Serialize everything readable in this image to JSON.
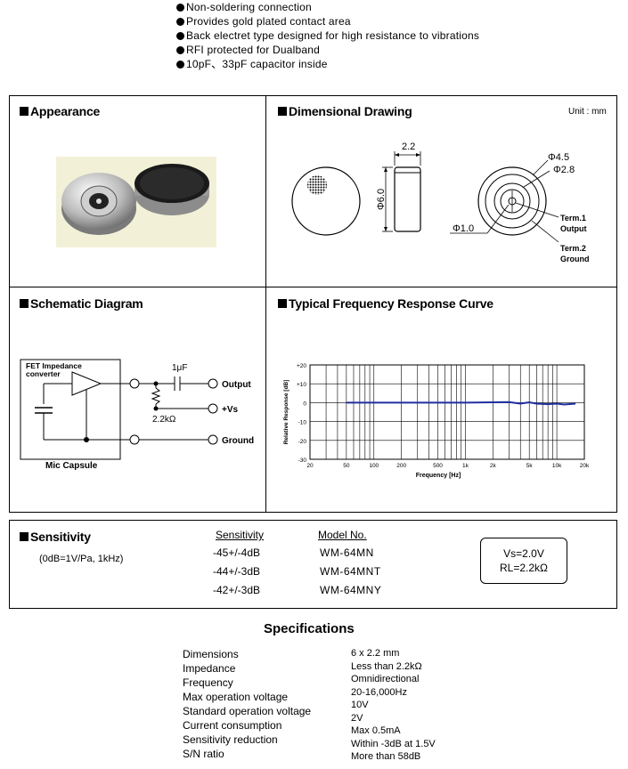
{
  "features": [
    "Non-soldering connection",
    "Provides gold plated contact area",
    "Back electret type designed for high resistance to vibrations",
    "RFI protected for Dualband",
    "10pF、33pF capacitor inside"
  ],
  "appearance": {
    "title": "Appearance"
  },
  "dimensional": {
    "title": "Dimensional Drawing",
    "unit": "Unit : mm",
    "width_label": "2.2",
    "height_label": "Φ6.0",
    "phi45": "Φ4.5",
    "phi28": "Φ2.8",
    "phi10": "Φ1.0",
    "term1_a": "Term.1",
    "term1_b": "Output",
    "term2_a": "Term.2",
    "term2_b": "Ground"
  },
  "schematic": {
    "title": "Schematic Diagram",
    "fet_label_1": "FET Impedance",
    "fet_label_2": "converter",
    "cap_label": "1μF",
    "res_label": "2.2kΩ",
    "output": "Output",
    "vs": "+Vs",
    "ground": "Ground",
    "capsule": "Mic Capsule"
  },
  "frequency": {
    "title": "Typical Frequency Response Curve",
    "ylabel": "Relative Response [dB]",
    "xlabel": "Frequency  [Hz]",
    "y_ticks": [
      "+20",
      "+10",
      "0",
      "-10",
      "-20",
      "-30"
    ],
    "x_ticks": [
      "20",
      "50",
      "100",
      "200",
      "500",
      "1k",
      "2k",
      "5k",
      "10k",
      "20k"
    ]
  },
  "chart_data": {
    "type": "line",
    "title": "Typical Frequency Response Curve",
    "xlabel": "Frequency [Hz]",
    "ylabel": "Relative Response [dB]",
    "x_scale": "log",
    "xlim": [
      20,
      20000
    ],
    "ylim": [
      -30,
      20
    ],
    "grid": true,
    "series": [
      {
        "color": "#1f2fa0",
        "x": [
          50,
          100,
          200,
          500,
          1000,
          2000,
          3000,
          4000,
          5000,
          6000,
          8000,
          10000,
          12000,
          16000
        ],
        "y": [
          0,
          0,
          0,
          0,
          0,
          0.2,
          0.3,
          -0.5,
          0.2,
          -0.5,
          -0.8,
          -0.5,
          -1.0,
          -0.5
        ]
      }
    ]
  },
  "sensitivity": {
    "title": "Sensitivity",
    "ref": "(0dB=1V/Pa, 1kHz)",
    "col1": "Sensitivity",
    "col2": "Model No.",
    "rows": [
      {
        "value": "-45+/-4dB",
        "model": "WM-64MN"
      },
      {
        "value": "-44+/-3dB",
        "model": "WM-64MNT"
      },
      {
        "value": "-42+/-3dB",
        "model": "WM-64MNY"
      }
    ],
    "cond1": "Vs=2.0V",
    "cond2": "RL=2.2kΩ"
  },
  "specs": {
    "title": "Specifications",
    "rows": [
      {
        "name": "Dimensions",
        "value": "6 x 2.2 mm"
      },
      {
        "name": "Impedance",
        "value": "Less than 2.2kΩ"
      },
      {
        "name": "Frequency",
        "value": "Omnidirectional"
      },
      {
        "name": "Max operation voltage",
        "value": "20-16,000Hz"
      },
      {
        "name": "Standard operation voltage",
        "value": "10V"
      },
      {
        "name": "Current consumption",
        "value": "2V"
      },
      {
        "name": "Sensitivity reduction",
        "value": "Max 0.5mA"
      },
      {
        "name": "S/N ratio",
        "value": "Within -3dB at 1.5V"
      },
      {
        "name": "",
        "value": "More than 58dB"
      }
    ]
  }
}
